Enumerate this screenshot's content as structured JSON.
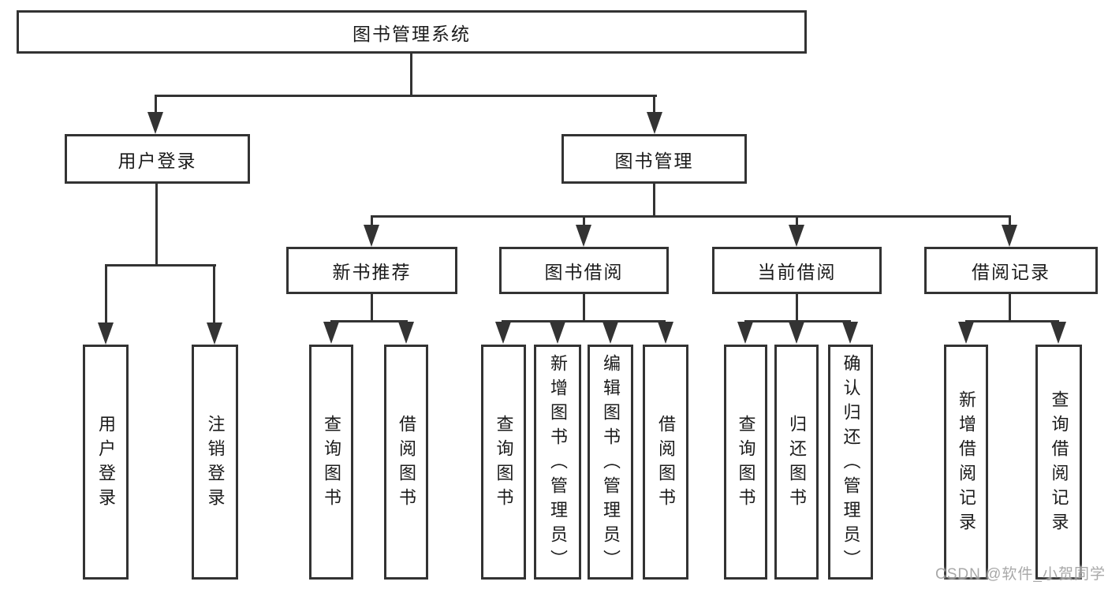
{
  "title": "图书管理系统",
  "watermark": "CSDN @软件_小贺同学",
  "colors": {
    "line": "#333333",
    "box_fill": "#ffffff",
    "text": "#1b1b1b",
    "watermark": "#9f9f9f"
  },
  "tree": {
    "label": "图书管理系统",
    "children": [
      {
        "label": "用户登录",
        "children": [
          {
            "label": "用户登录"
          },
          {
            "label": "注销登录"
          }
        ]
      },
      {
        "label": "图书管理",
        "children": [
          {
            "label": "新书推荐",
            "children": [
              {
                "label": "查询图书"
              },
              {
                "label": "借阅图书"
              }
            ]
          },
          {
            "label": "图书借阅",
            "children": [
              {
                "label": "查询图书"
              },
              {
                "label": "新增图书（管理员）"
              },
              {
                "label": "编辑图书（管理员）"
              },
              {
                "label": "借阅图书"
              }
            ]
          },
          {
            "label": "当前借阅",
            "children": [
              {
                "label": "查询图书"
              },
              {
                "label": "归还图书"
              },
              {
                "label": "确认归还（管理员）"
              }
            ]
          },
          {
            "label": "借阅记录",
            "children": [
              {
                "label": "新增借阅记录"
              },
              {
                "label": "查询借阅记录"
              }
            ]
          }
        ]
      }
    ]
  }
}
